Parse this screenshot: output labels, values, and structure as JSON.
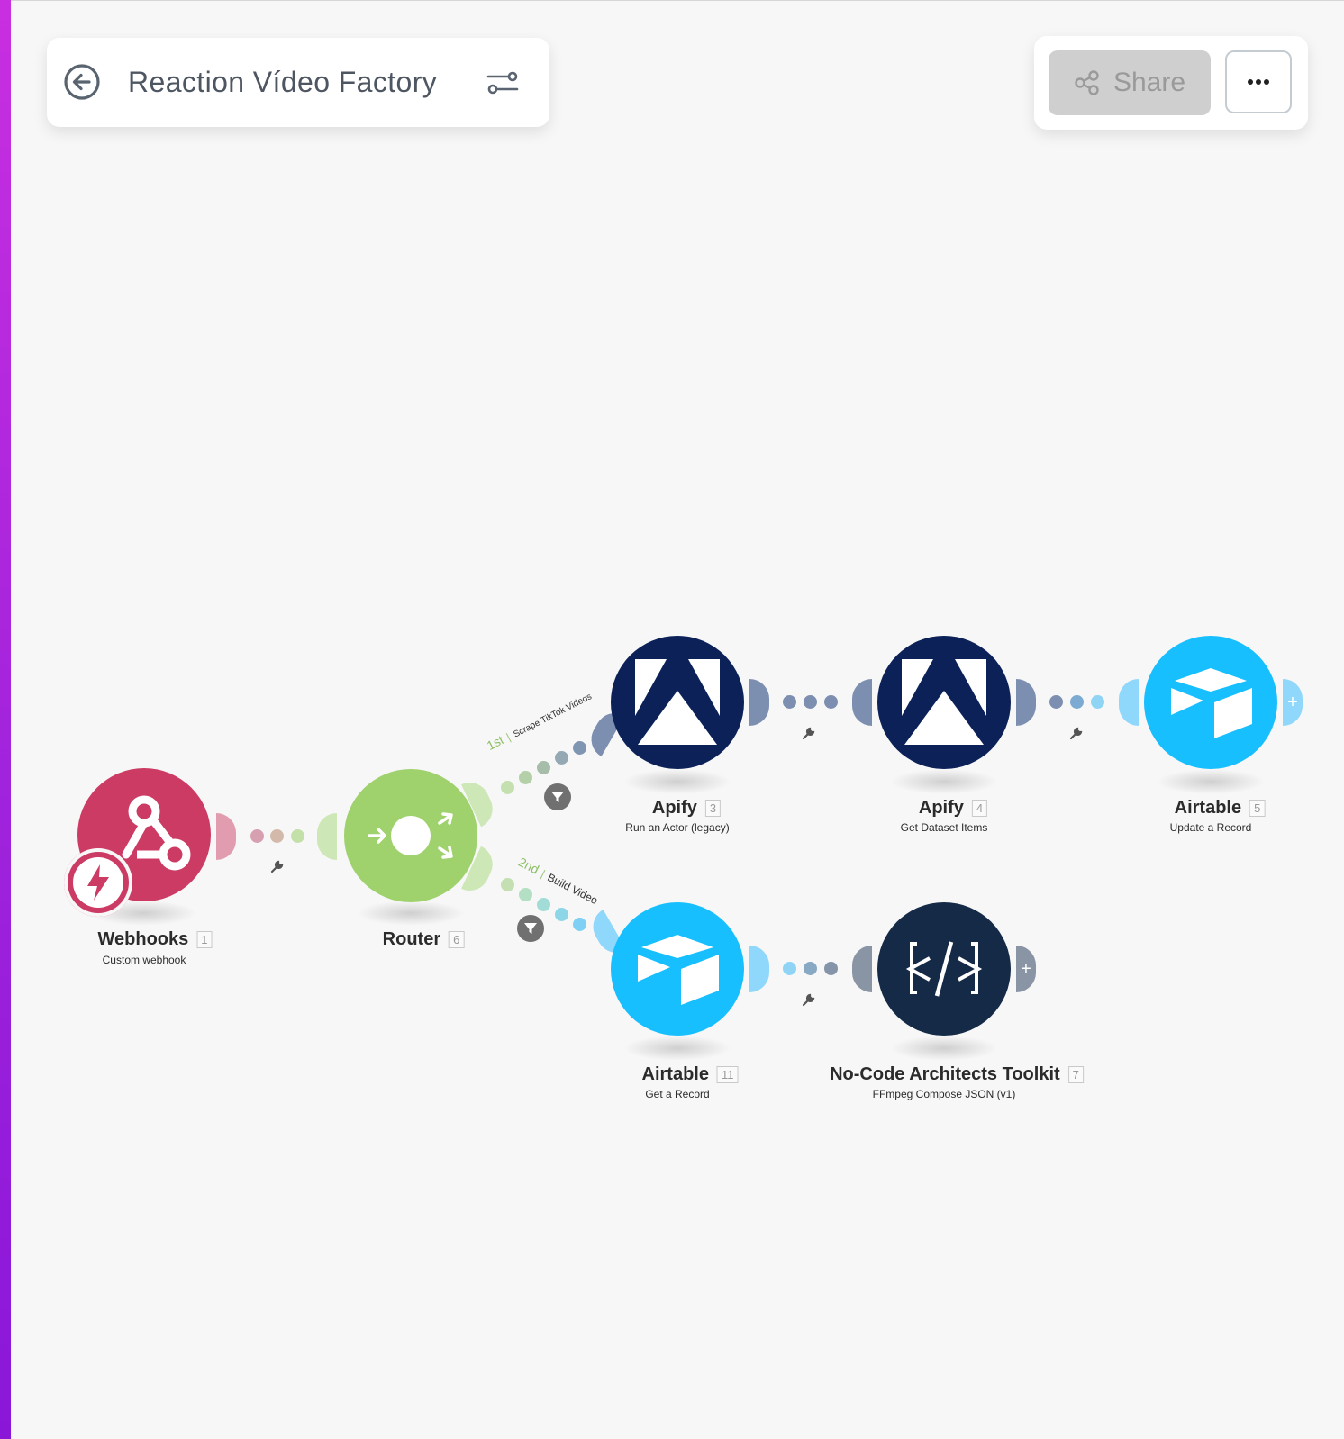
{
  "header": {
    "title": "Reaction Vídeo Factory",
    "back_icon": "arrow-left-circle-icon",
    "settings_icon": "sliders-icon"
  },
  "actions": {
    "share_label": "Share",
    "share_icon": "share-nodes-icon",
    "more_icon": "ellipsis-icon",
    "more_label": "•••"
  },
  "colors": {
    "sidebar_strip_top": "#c82fe0",
    "sidebar_strip_bottom": "#8a17d8",
    "canvas_bg": "#f7f7f7",
    "webhooks": "#cc3b63",
    "router": "#9fd16d",
    "apify": "#0b2158",
    "airtable": "#18bfff",
    "toolkit": "#152a47",
    "share_bg": "#cfcfcf"
  },
  "nodes": [
    {
      "id": 1,
      "app": "Webhooks",
      "num": "1",
      "action": "Custom webhook",
      "icon": "webhook-icon",
      "badge_icon": "lightning-trigger-icon"
    },
    {
      "id": 6,
      "app": "Router",
      "num": "6",
      "action": "",
      "icon": "router-arrows-icon"
    },
    {
      "id": 3,
      "app": "Apify",
      "num": "3",
      "action": "Run an Actor (legacy)",
      "icon": "apify-logo-icon"
    },
    {
      "id": 4,
      "app": "Apify",
      "num": "4",
      "action": "Get Dataset Items",
      "icon": "apify-logo-icon"
    },
    {
      "id": 5,
      "app": "Airtable",
      "num": "5",
      "action": "Update a Record",
      "icon": "airtable-logo-icon"
    },
    {
      "id": 11,
      "app": "Airtable",
      "num": "11",
      "action": "Get a Record",
      "icon": "airtable-logo-icon"
    },
    {
      "id": 7,
      "app": "No-Code Architects Toolkit",
      "num": "7",
      "action": "FFmpeg Compose JSON (v1)",
      "icon": "code-braces-icon"
    }
  ],
  "routes": [
    {
      "order": "1st",
      "name": "Scrape TikTok Videos"
    },
    {
      "order": "2nd",
      "name": "Build Video"
    }
  ],
  "add_symbol": "+"
}
